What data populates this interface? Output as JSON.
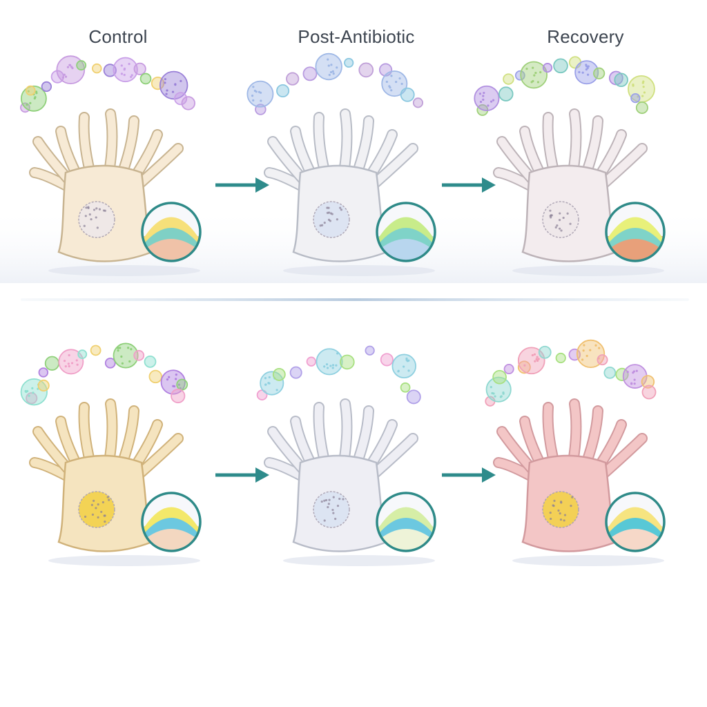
{
  "header": {
    "columns": [
      "Control",
      "Post-Antibiotic",
      "Recovery"
    ]
  },
  "colors": {
    "arrow": "#2e8b8b",
    "divider": "#c9d6e4",
    "inset_ring": "#2e8a88",
    "outline": "#b9a890"
  },
  "rows": [
    {
      "panels": [
        {
          "stage": "control",
          "body_fill": "#f7ead5",
          "outline": "#c8b491",
          "microbiome_density": "high",
          "inset_top": "#f6e07a",
          "inset_mid": "#7fd0c5",
          "inset_bottom": "#f0c2a8",
          "microbe_colors": [
            "#c79be0",
            "#8fd07a",
            "#f0d070",
            "#9a80d8",
            "#c9a0e8"
          ]
        },
        {
          "stage": "post-antibiotic",
          "body_fill": "#f1f1f4",
          "outline": "#b8bcc6",
          "microbiome_density": "medium",
          "inset_top": "#c8ec8a",
          "inset_mid": "#7fd3c8",
          "inset_bottom": "#b8d6ee",
          "microbe_colors": [
            "#b89be0",
            "#9fb8e6",
            "#8ac7e0",
            "#c0a0d8"
          ]
        },
        {
          "stage": "recovery",
          "body_fill": "#f3ecee",
          "outline": "#bdb3b8",
          "microbiome_density": "high",
          "inset_top": "#e8f07a",
          "inset_mid": "#7fd3c8",
          "inset_bottom": "#e8a07a",
          "microbe_colors": [
            "#9fd07a",
            "#b08ee0",
            "#7ac8c0",
            "#d0e080",
            "#9aa0e8"
          ]
        }
      ]
    },
    {
      "panels": [
        {
          "stage": "control",
          "body_fill": "#f5e4bf",
          "outline": "#d0b27a",
          "microbiome_density": "high",
          "inset_top": "#f3e86a",
          "inset_mid": "#6cc8e0",
          "inset_bottom": "#f3d7c0",
          "microbe_colors": [
            "#f0a0c8",
            "#8fe0d0",
            "#f0d070",
            "#b080e0",
            "#8fd07a"
          ]
        },
        {
          "stage": "post-antibiotic",
          "body_fill": "#eeeef4",
          "outline": "#b8bcc8",
          "microbiome_density": "medium",
          "inset_top": "#d6eea6",
          "inset_mid": "#6cc8e0",
          "inset_bottom": "#eef3d8",
          "microbe_colors": [
            "#f0a0d0",
            "#8fd0e0",
            "#a8e080",
            "#b0a0e8"
          ]
        },
        {
          "stage": "recovery",
          "body_fill": "#f3c6c6",
          "outline": "#d29a9e",
          "microbiome_density": "high",
          "inset_top": "#f6e480",
          "inset_mid": "#58c8d6",
          "inset_bottom": "#f6d8c8",
          "microbe_colors": [
            "#f0a0b8",
            "#8fd8d0",
            "#a8e080",
            "#c090e0",
            "#f0c070"
          ]
        }
      ]
    }
  ]
}
